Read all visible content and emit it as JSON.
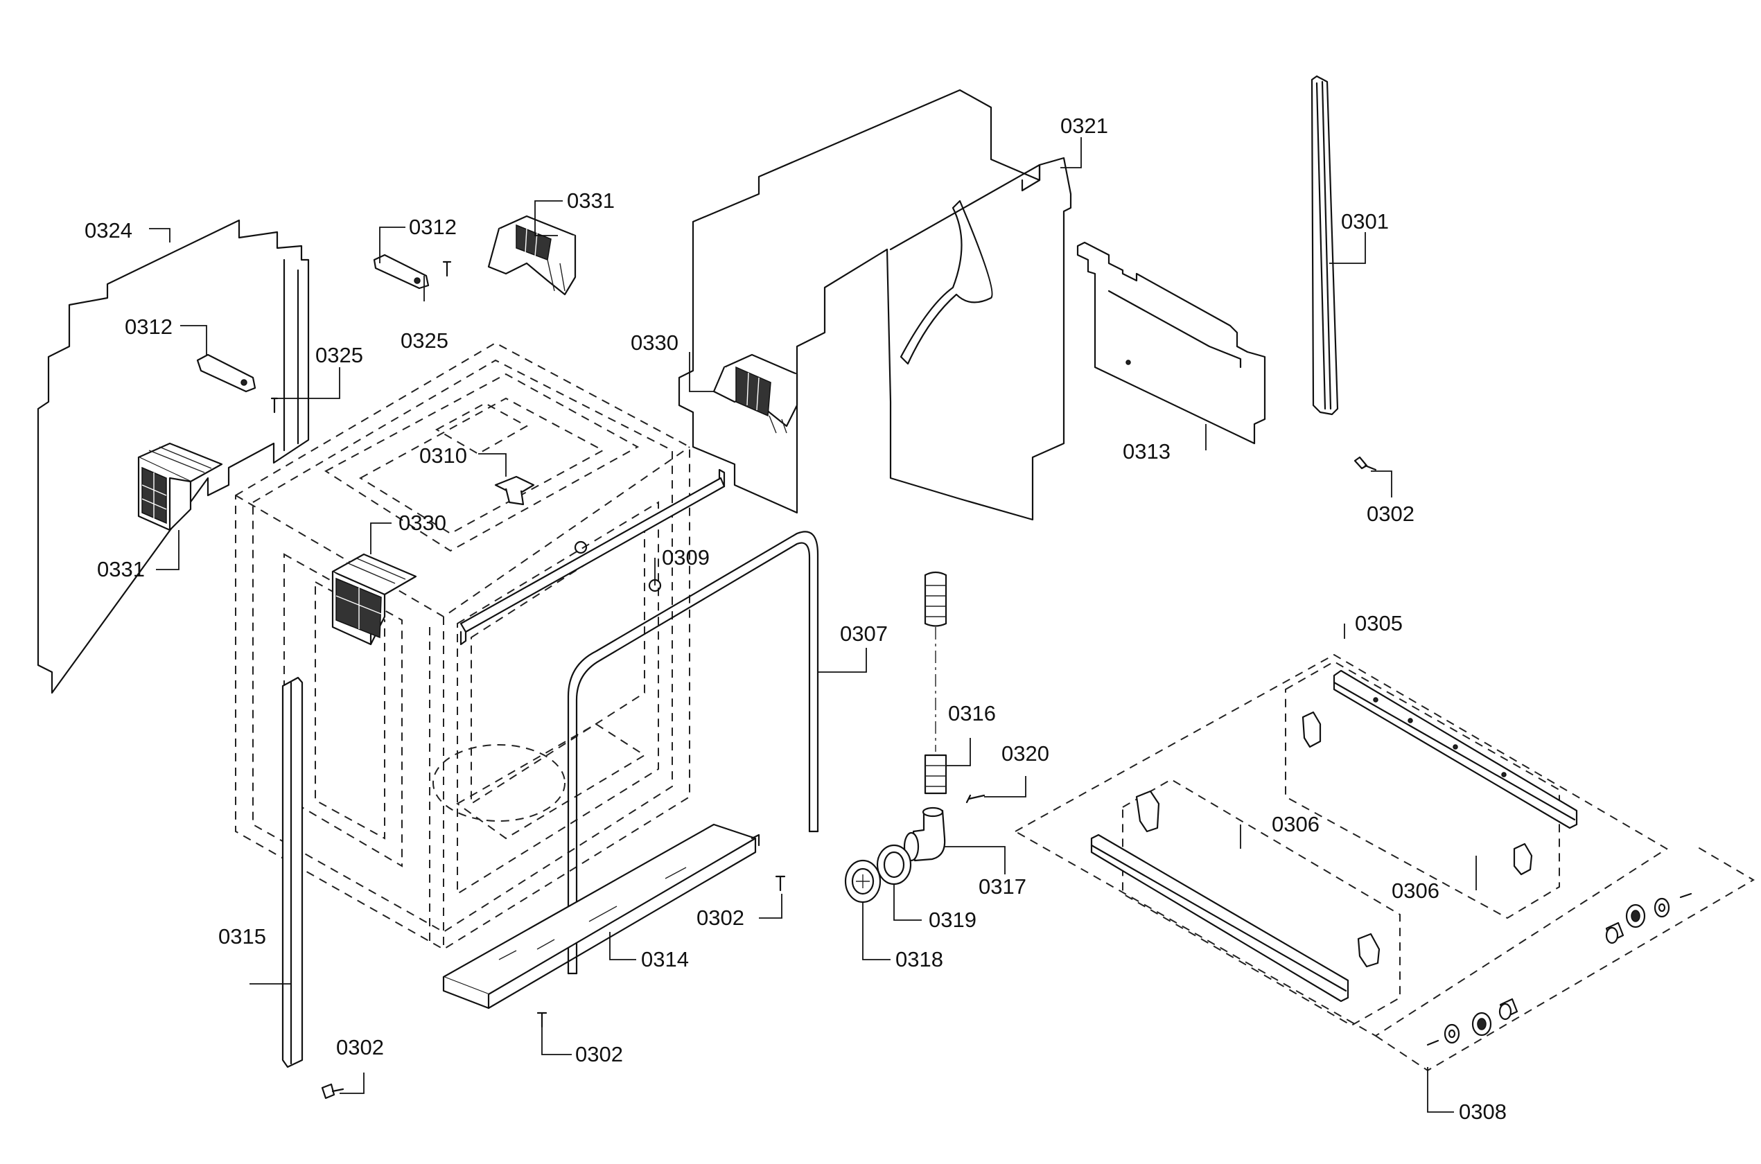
{
  "labels": {
    "l0321": "0321",
    "l0331a": "0331",
    "l0324": "0324",
    "l0312a": "0312",
    "l0301": "0301",
    "l0312b": "0312",
    "l0325a": "0325",
    "l0325b": "0325",
    "l0330a": "0330",
    "l0313": "0313",
    "l0310": "0310",
    "l0302a": "0302",
    "l0330b": "0330",
    "l0331b": "0331",
    "l0309": "0309",
    "l0305": "0305",
    "l0307": "0307",
    "l0316": "0316",
    "l0320": "0320",
    "l0306a": "0306",
    "l0306b": "0306",
    "l0317": "0317",
    "l0302b": "0302",
    "l0319": "0319",
    "l0315": "0315",
    "l0314": "0314",
    "l0318": "0318",
    "l0302c": "0302",
    "l0302d": "0302",
    "l0308": "0308"
  }
}
